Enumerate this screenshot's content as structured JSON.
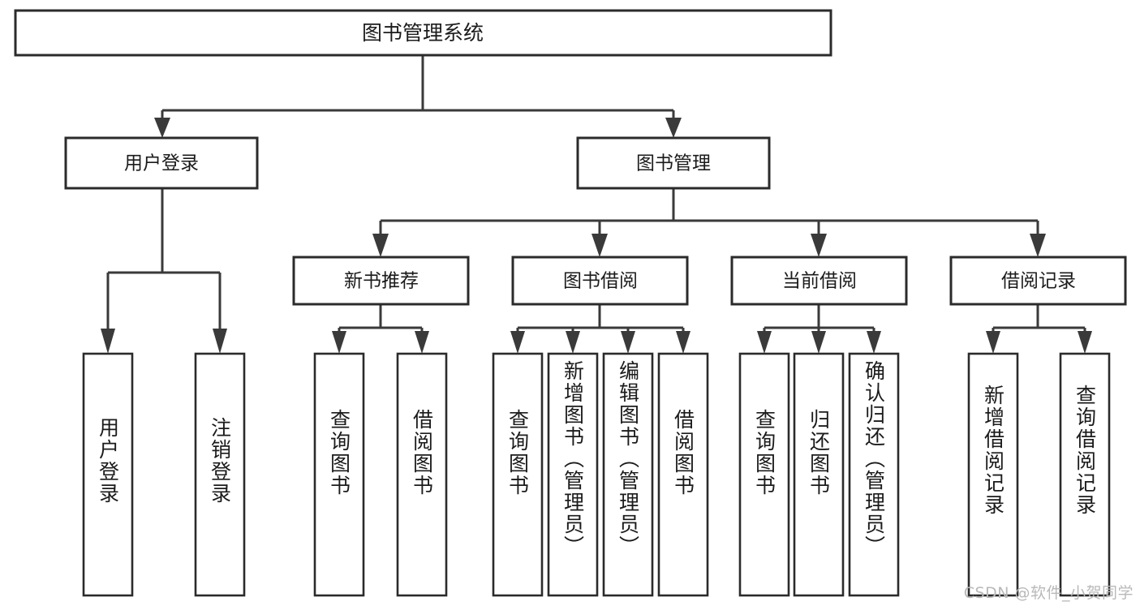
{
  "diagram": {
    "type": "tree-hierarchy",
    "root": {
      "label": "图书管理系统",
      "orientation": "horizontal"
    },
    "level2": [
      {
        "id": "user-login",
        "label": "用户登录",
        "orientation": "horizontal"
      },
      {
        "id": "book-management",
        "label": "图书管理",
        "orientation": "horizontal"
      }
    ],
    "level3": [
      {
        "id": "new-book-recommend",
        "label": "新书推荐",
        "orientation": "horizontal"
      },
      {
        "id": "book-borrow",
        "label": "图书借阅",
        "orientation": "horizontal"
      },
      {
        "id": "current-borrow",
        "label": "当前借阅",
        "orientation": "horizontal"
      },
      {
        "id": "borrow-record",
        "label": "借阅记录",
        "orientation": "horizontal"
      }
    ],
    "leaves": {
      "user_login": [
        {
          "id": "leaf-user-login",
          "label": "用户登录",
          "orientation": "vertical"
        },
        {
          "id": "leaf-logout",
          "label": "注销登录",
          "orientation": "vertical"
        }
      ],
      "new_book_recommend": [
        {
          "id": "leaf-query-book-1",
          "label": "查询图书",
          "orientation": "vertical"
        },
        {
          "id": "leaf-borrow-book-1",
          "label": "借阅图书",
          "orientation": "vertical"
        }
      ],
      "book_borrow": [
        {
          "id": "leaf-query-book-2",
          "label": "查询图书",
          "orientation": "vertical"
        },
        {
          "id": "leaf-add-book",
          "label": "新增图书（管理员）",
          "orientation": "vertical"
        },
        {
          "id": "leaf-edit-book",
          "label": "编辑图书（管理员）",
          "orientation": "vertical"
        },
        {
          "id": "leaf-borrow-book-2",
          "label": "借阅图书",
          "orientation": "vertical"
        }
      ],
      "current_borrow": [
        {
          "id": "leaf-query-book-3",
          "label": "查询图书",
          "orientation": "vertical"
        },
        {
          "id": "leaf-return-book",
          "label": "归还图书",
          "orientation": "vertical"
        },
        {
          "id": "leaf-confirm-return",
          "label": "确认归还（管理员）",
          "orientation": "vertical"
        }
      ],
      "borrow_record": [
        {
          "id": "leaf-add-record",
          "label": "新增借阅记录",
          "orientation": "vertical"
        },
        {
          "id": "leaf-query-record",
          "label": "查询借阅记录",
          "orientation": "vertical"
        }
      ]
    }
  },
  "watermark": {
    "text": "CSDN @软件_小贺同学"
  },
  "colors": {
    "background": "#ffffff",
    "box_stroke": "#2b2b2b",
    "connector": "#3a3a3a",
    "text": "#1b1b1b",
    "watermark": "#b9b9b9"
  }
}
